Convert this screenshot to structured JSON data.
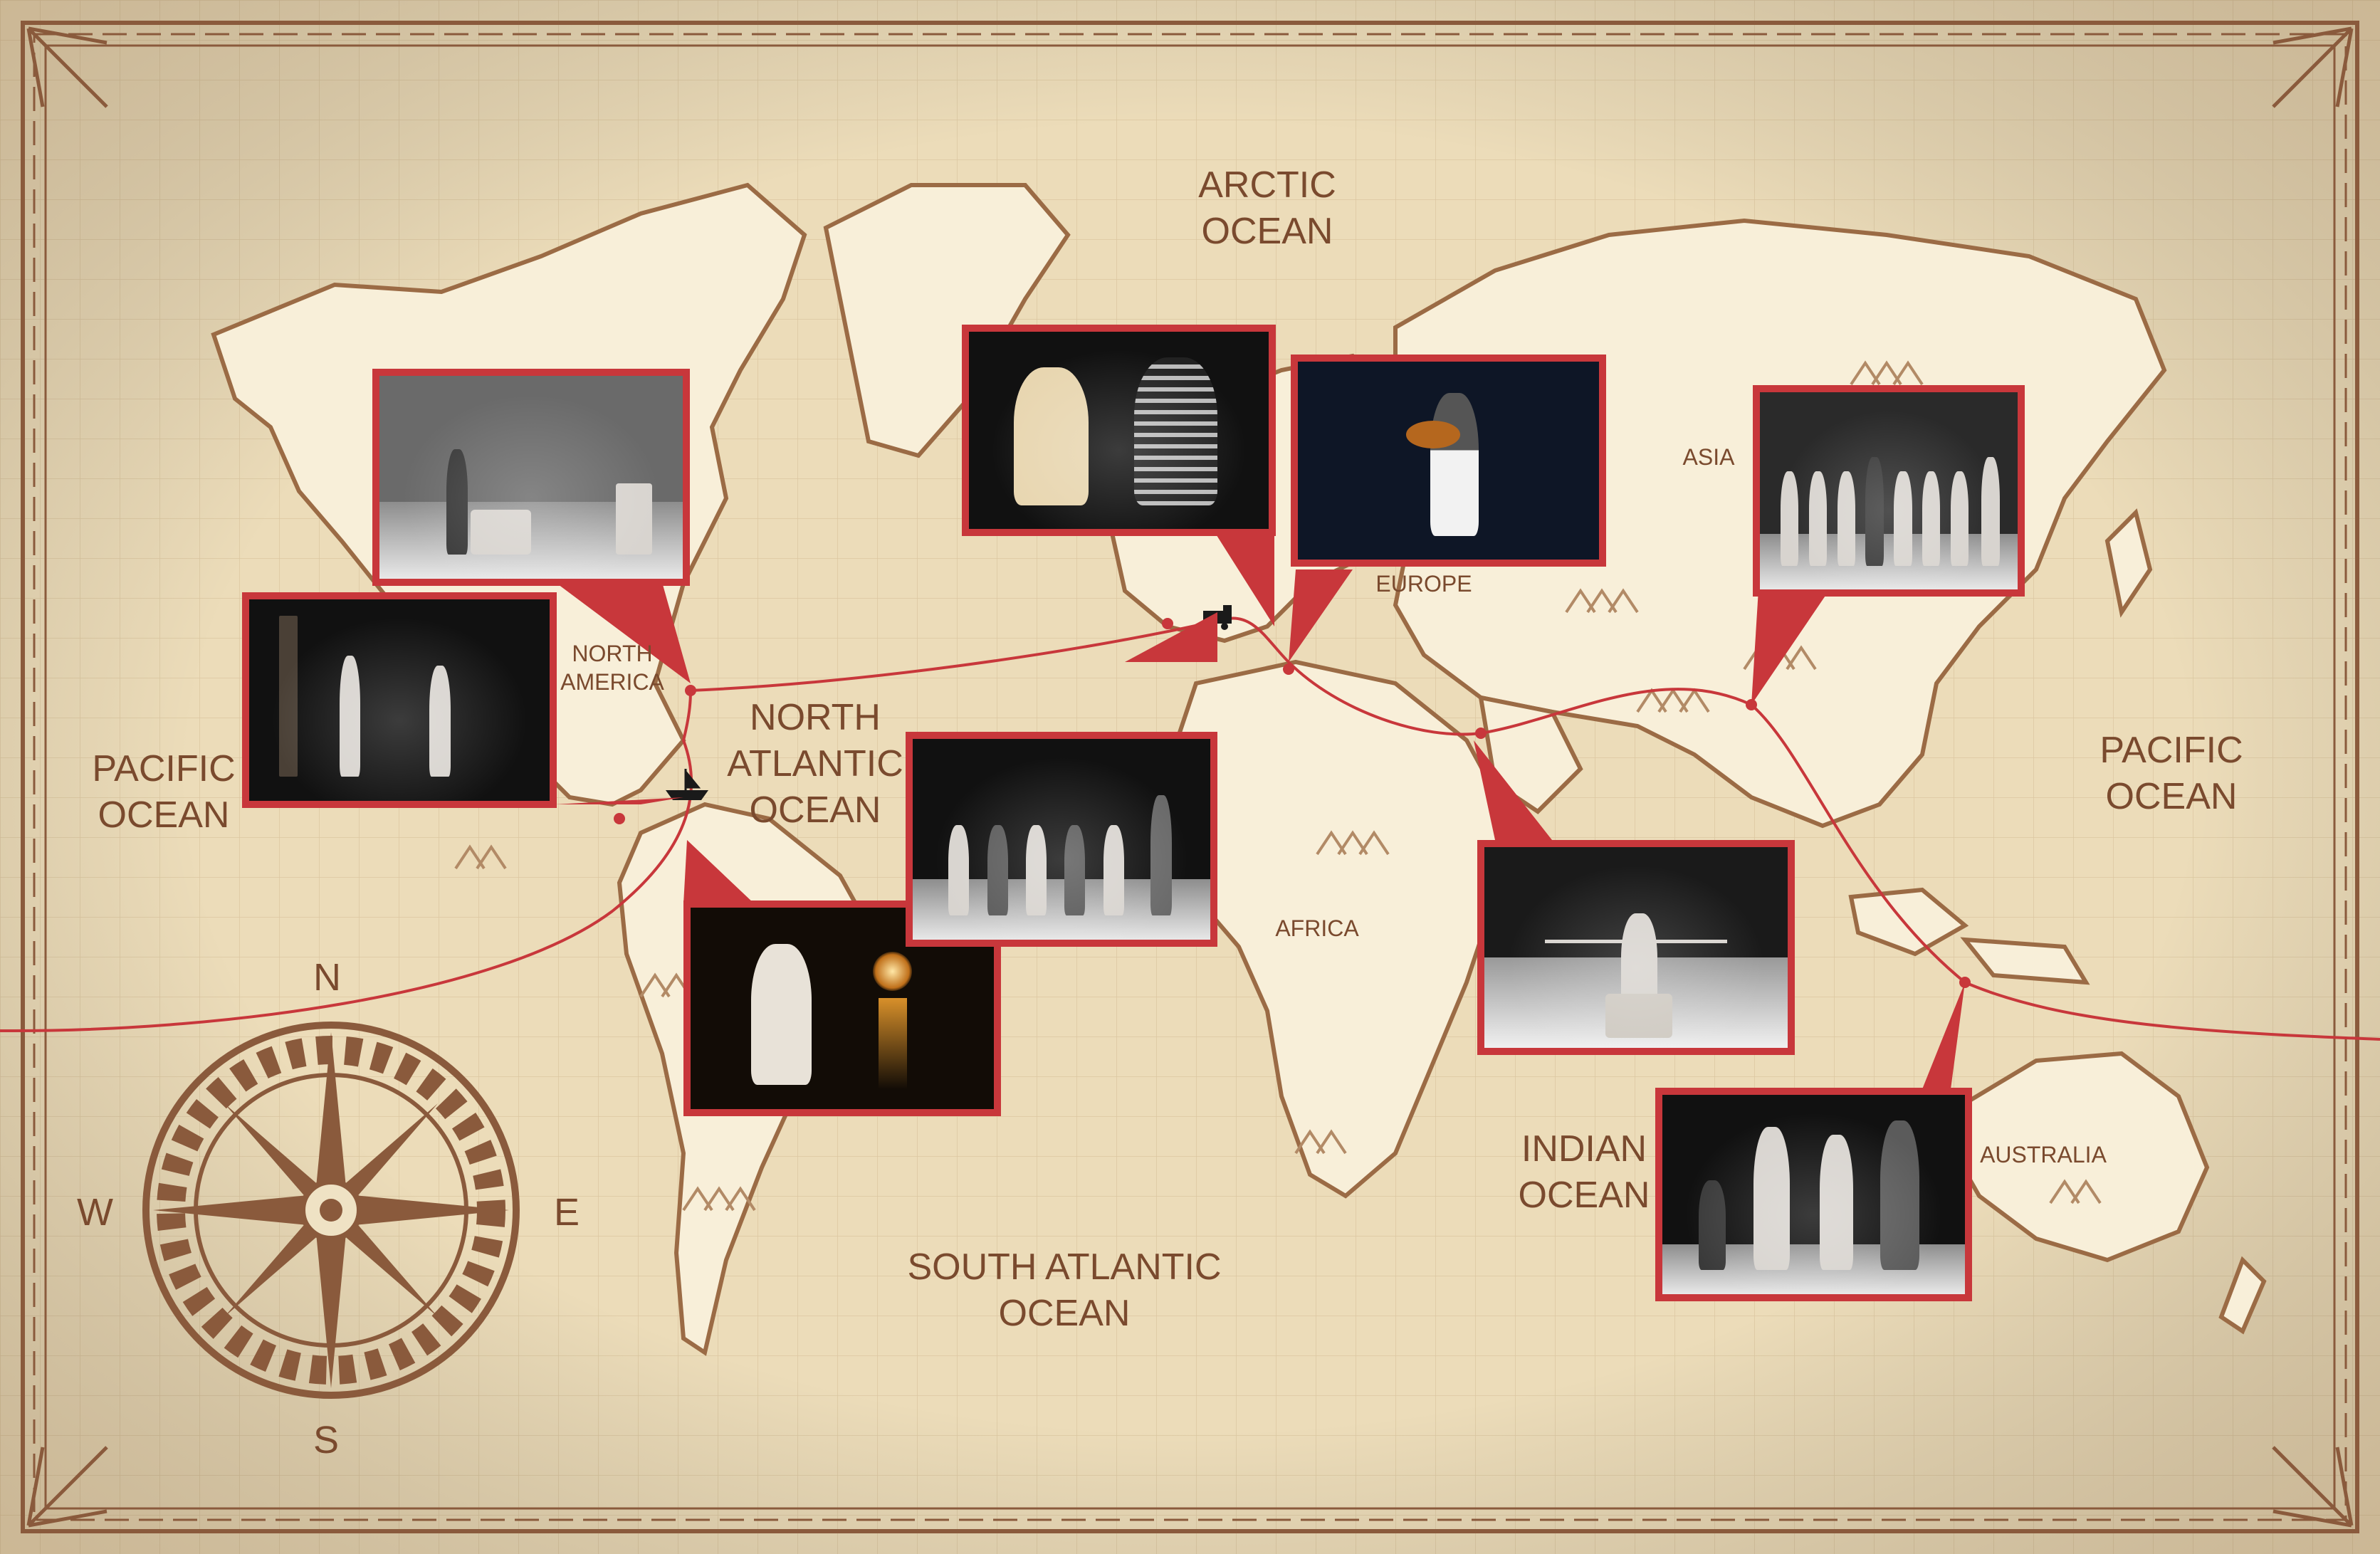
{
  "map": {
    "oceans": [
      {
        "id": "arctic",
        "lines": [
          "ARCTIC",
          "OCEAN"
        ]
      },
      {
        "id": "pacific-west",
        "lines": [
          "PACIFIC",
          "OCEAN"
        ]
      },
      {
        "id": "north-atlantic",
        "lines": [
          "NORTH",
          "ATLANTIC",
          "OCEAN"
        ]
      },
      {
        "id": "south-atlantic",
        "lines": [
          "SOUTH ATLANTIC",
          "OCEAN"
        ]
      },
      {
        "id": "indian",
        "lines": [
          "INDIAN",
          "OCEAN"
        ]
      },
      {
        "id": "pacific-east",
        "lines": [
          "PACIFIC",
          "OCEAN"
        ]
      }
    ],
    "continents": [
      {
        "id": "north-america",
        "lines": [
          "NORTH",
          "AMERICA"
        ]
      },
      {
        "id": "europe",
        "lines": [
          "EUROPE"
        ]
      },
      {
        "id": "asia",
        "lines": [
          "ASIA"
        ]
      },
      {
        "id": "africa",
        "lines": [
          "AFRICA"
        ]
      },
      {
        "id": "australia",
        "lines": [
          "AUSTRALIA"
        ]
      }
    ],
    "compass": {
      "n": "N",
      "s": "S",
      "e": "E",
      "w": "W"
    },
    "colors": {
      "parchment": "#efe2c4",
      "land": "#f8efd9",
      "ink": "#8a5a3c",
      "route": "#c8373b",
      "frame": "#8a5a3c"
    },
    "icons": [
      "compass-rose-icon",
      "ship-icon",
      "train-icon"
    ],
    "photos": [
      {
        "id": "photo-north-america-1",
        "scene": "man seated on stage"
      },
      {
        "id": "photo-north-america-2",
        "scene": "two men seated with rifles"
      },
      {
        "id": "photo-atlantic-sailor",
        "scene": "sailor under lantern light"
      },
      {
        "id": "photo-group-suitcases",
        "scene": "group seated with suitcases"
      },
      {
        "id": "photo-couple",
        "scene": "woman and man at table"
      },
      {
        "id": "photo-woman-roast",
        "scene": "woman holding roast"
      },
      {
        "id": "photo-asia-chorus",
        "scene": "chorus line in aprons"
      },
      {
        "id": "photo-india-stumps",
        "scene": "man with open arms on stump"
      },
      {
        "id": "photo-australia-group",
        "scene": "four performers standing"
      }
    ]
  }
}
